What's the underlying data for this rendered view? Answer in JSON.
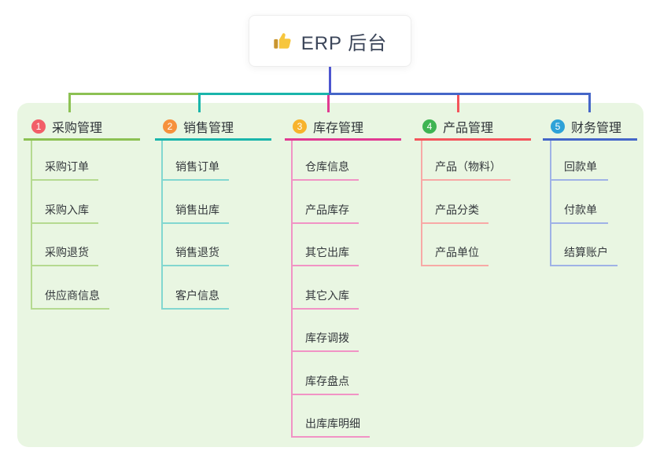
{
  "root": {
    "label": "ERP 后台",
    "icon": "thumbs-up-icon"
  },
  "colors": {
    "panel_bg": "#e9f6e2",
    "root_line": "#4d55cf",
    "root_text": "#3b4559",
    "thumb_hand": "#f7c63d",
    "thumb_sleeve": "#c9952f"
  },
  "branches": [
    {
      "index": "1",
      "label": "采购管理",
      "color": "#8cc153",
      "tint": "#b5da90",
      "badge_color": "#f25e68",
      "children": [
        "采购订单",
        "采购入库",
        "采购退货",
        "供应商信息"
      ]
    },
    {
      "index": "2",
      "label": "销售管理",
      "color": "#1ab5ab",
      "tint": "#82d7d0",
      "badge_color": "#f6913d",
      "children": [
        "销售订单",
        "销售出库",
        "销售退货",
        "客户信息"
      ]
    },
    {
      "index": "3",
      "label": "库存管理",
      "color": "#e13a92",
      "tint": "#f193c5",
      "badge_color": "#f7b32c",
      "children": [
        "仓库信息",
        "产品库存",
        "其它出库",
        "其它入库",
        "库存调拨",
        "库存盘点",
        "出库库明细"
      ]
    },
    {
      "index": "4",
      "label": "产品管理",
      "color": "#f4555c",
      "tint": "#f8a9a6",
      "badge_color": "#3eb452",
      "children": [
        "产品（物料）",
        "产品分类",
        "产品单位"
      ]
    },
    {
      "index": "5",
      "label": "财务管理",
      "color": "#4566c8",
      "tint": "#9fb2e6",
      "badge_color": "#2ea2d8",
      "children": [
        "回款单",
        "付款单",
        "结算账户"
      ]
    }
  ]
}
